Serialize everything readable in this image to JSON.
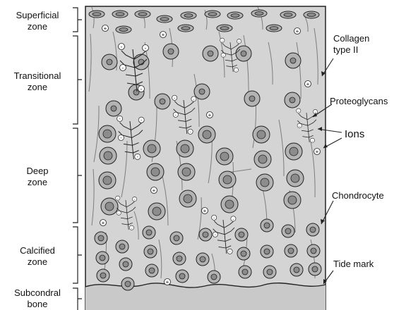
{
  "zones": [
    {
      "line1": "Superficial",
      "line2": "zone"
    },
    {
      "line1": "Transitional",
      "line2": "zone"
    },
    {
      "line1": "Deep",
      "line2": "zone"
    },
    {
      "line1": "Calcified",
      "line2": "zone"
    },
    {
      "line1": "Subcondral",
      "line2": "bone"
    }
  ],
  "annotations": {
    "collagen": {
      "line1": "Collagen",
      "line2": "type II"
    },
    "proteoglycans": "Proteoglycans",
    "ions": "Ions",
    "chondrocyte": "Chondrocyte",
    "tide_mark": "Tide mark"
  },
  "charges": {
    "positive": "+",
    "negative": "-"
  },
  "colors": {
    "matrix": "#d4d4d4",
    "bone": "#c9c9c9",
    "cell_fill": "#b3b3b3",
    "nucleus_fill": "#8c8c8c",
    "stroke": "#222222"
  }
}
